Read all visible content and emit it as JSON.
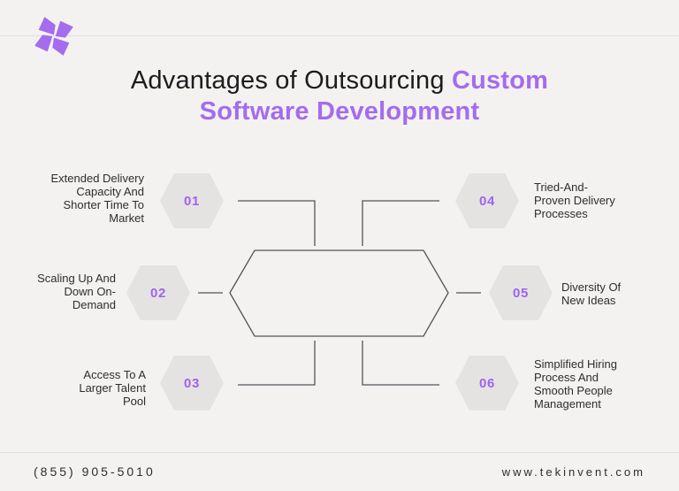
{
  "colors": {
    "background": "#f4f2f0",
    "accent_purple": "#a46cee",
    "hexagon_fill": "#e4e3e2",
    "diagram_line": "#54525a",
    "text_dark": "#2b292d"
  },
  "logo": {
    "icon": "pinwheel-logo"
  },
  "header": {
    "title_black": "Advantages of Outsourcing ",
    "title_accent_line1": "Custom",
    "title_accent_line2": "Software Development"
  },
  "items": [
    {
      "number": "01",
      "side": "left",
      "label": "Extended Delivery\nCapacity And\nShorter Time To\nMarket"
    },
    {
      "number": "02",
      "side": "left",
      "label": "Scaling Up And\nDown On-\nDemand"
    },
    {
      "number": "03",
      "side": "left",
      "label": "Access To A\nLarger Talent\nPool"
    },
    {
      "number": "04",
      "side": "right",
      "label": "Tried-And-\nProven Delivery\nProcesses"
    },
    {
      "number": "05",
      "side": "right",
      "label": "Diversity Of\nNew Ideas"
    },
    {
      "number": "06",
      "side": "right",
      "label": "Simplified Hiring\nProcess And\nSmooth People\nManagement"
    }
  ],
  "footer": {
    "phone": "(855) 905-5010",
    "website": "www.tekinvent.com"
  }
}
